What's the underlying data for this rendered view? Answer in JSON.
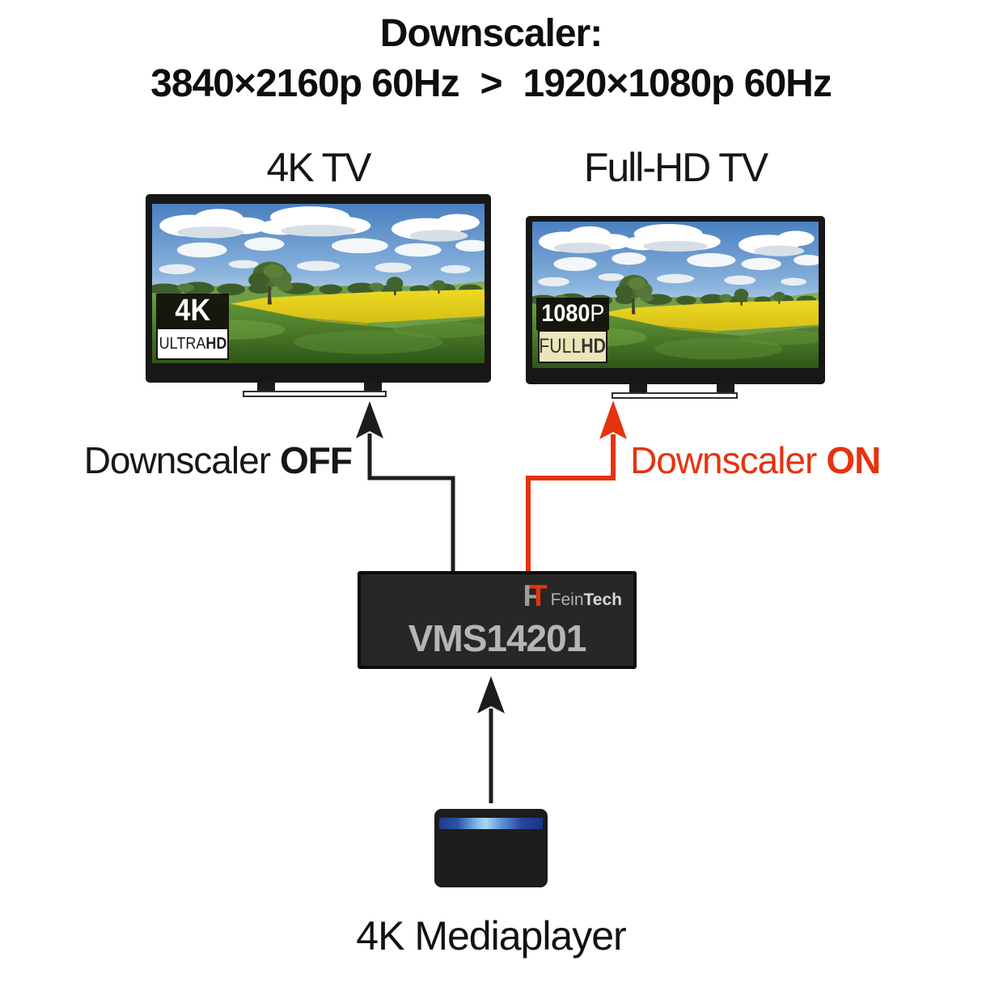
{
  "title": {
    "line1": "Downscaler:",
    "line2_left": "3840×2160p 60Hz",
    "line2_sep": ">",
    "line2_right": "1920×1080p 60Hz"
  },
  "uhd_tv": {
    "label": "4K TV",
    "badge_line1": "4K",
    "badge_line2_a": "ULTRA",
    "badge_line2_b": "HD"
  },
  "fhd_tv": {
    "label": "Full-HD TV",
    "badge_line1_a": "1080",
    "badge_line1_b": "P",
    "badge_line2_a": "FULL",
    "badge_line2_b": "HD"
  },
  "downscaler_off": {
    "text": "Downscaler",
    "state": "OFF"
  },
  "downscaler_on": {
    "text": "Downscaler",
    "state": "ON"
  },
  "device": {
    "model": "VMS14201",
    "brand_mark_f": "F",
    "brand_mark_t": "T",
    "brand_name_a": "Fein",
    "brand_name_b": "Tech"
  },
  "source": {
    "label": "4K Mediaplayer"
  },
  "colors": {
    "accent_red": "#e5330f",
    "line_black": "#1d1d1b",
    "device_bg": "#272725",
    "badge_cream": "#ece5ba",
    "sky_blue": "#4a7fc0",
    "field_yellow": "#e4ce1d",
    "grass_green": "#4c7a28"
  }
}
